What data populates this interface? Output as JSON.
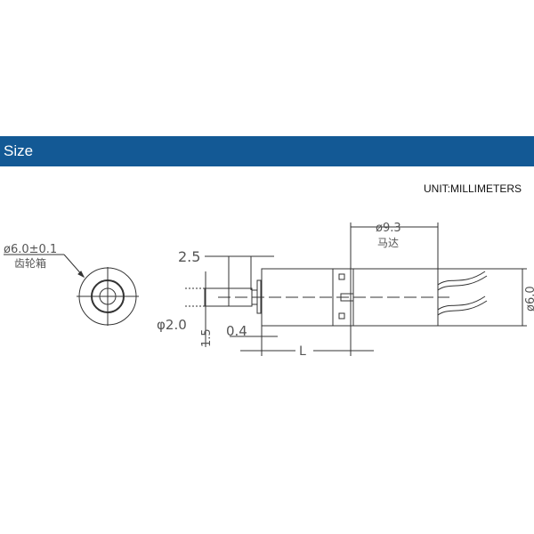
{
  "header": {
    "title": "Size"
  },
  "unit_label": "UNIT:MILLIMETERS",
  "colors": {
    "banner": "#135995",
    "banner_text": "#ffffff"
  },
  "drawing": {
    "end_view": {
      "diameter_label": "ø6.0±0.1",
      "part_label": "齿轮箱"
    },
    "side_view": {
      "motor_diameter": "ø9.3",
      "motor_label": "马达",
      "body_diameter": "ø6.0",
      "shaft_length": "2.5",
      "shaft_diameter": "φ2.0",
      "flat_depth": "1.5",
      "flange_thickness": "0.4",
      "gearbox_length": "L"
    }
  }
}
